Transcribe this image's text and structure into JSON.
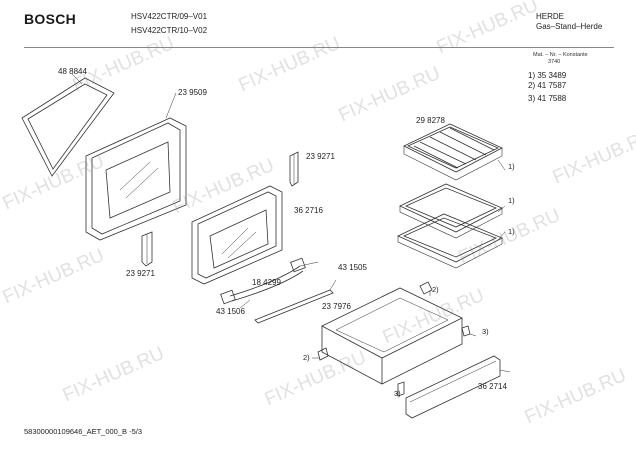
{
  "header": {
    "brand": "BOSCH",
    "models": [
      "HSV422CTR/09–V01",
      "HSV422CTR/10–V02"
    ],
    "category": "HERDE",
    "subcategory": "Gas–Stand–Herde"
  },
  "legend": {
    "material_title": "Mat. – Nr. – Konstante",
    "material_value": "3740",
    "refs": [
      "1) 35 3489",
      "2) 41 7587",
      "3) 41 7588"
    ]
  },
  "parts": {
    "p488844": "48 8844",
    "p239509": "23 9509",
    "p298278": "29 8278",
    "p239271_top": "23 9271",
    "p362716": "36 2716",
    "p239271_left": "23 9271",
    "p184299": "18 4299",
    "p431505": "43 1505",
    "p431506": "43 1506",
    "p237976": "23 7976",
    "p362714": "36 2714"
  },
  "markers": {
    "rack1": "1)",
    "rack2": "1)",
    "rack3": "1)",
    "hinge2": "2)",
    "slide3": "3)",
    "runner2": "2)",
    "runner3": "3)"
  },
  "footer": {
    "doc_number": "58300000109646_AET_000_B",
    "page": "5/3"
  },
  "watermark": "FIX-HUB.RU",
  "colors": {
    "line": "#333333",
    "rule": "#888888"
  }
}
